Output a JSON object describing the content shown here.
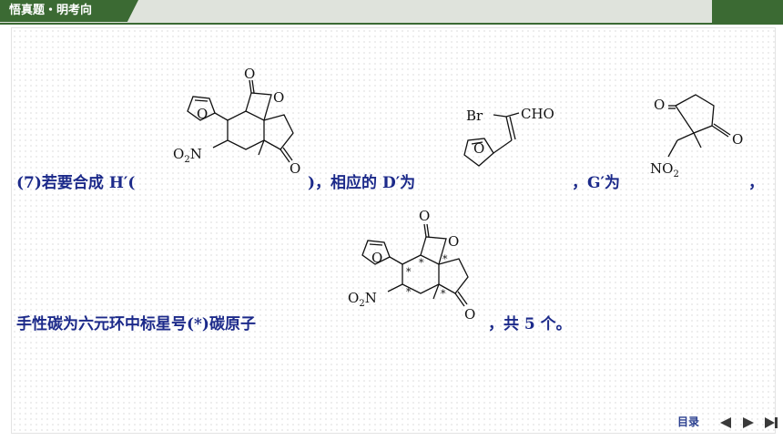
{
  "header": {
    "title": "悟真题・明考向"
  },
  "content": {
    "line1": {
      "prefix": "(7)若要合成 H′(",
      "close": ")，相应的 D′为",
      "g_label": "，G′为",
      "end": "，"
    },
    "line2": {
      "prefix": "手性碳为六元环中标星号(*)碳原子",
      "suffix": "，共 5 个。"
    }
  },
  "molecules": {
    "h_prime": {
      "nitro": "O2N",
      "nitro_main": "O",
      "nitro_sub": "2",
      "nitro_tail": "N",
      "o_lactone": "O",
      "o_lactone2": "O",
      "o_ketone": "O"
    },
    "d_prime": {
      "br": "Br",
      "cho": "CHO",
      "o_furan": "O"
    },
    "g_prime": {
      "o1": "O",
      "o2": "O",
      "no2_main": "NO",
      "no2_sub": "2"
    },
    "star_mol": {
      "star": "*"
    }
  },
  "footer": {
    "toc_label": "目录"
  },
  "colors": {
    "accent": "#3b6a33",
    "text": "#1c2a8a",
    "header_band": "#dfe3dc"
  }
}
